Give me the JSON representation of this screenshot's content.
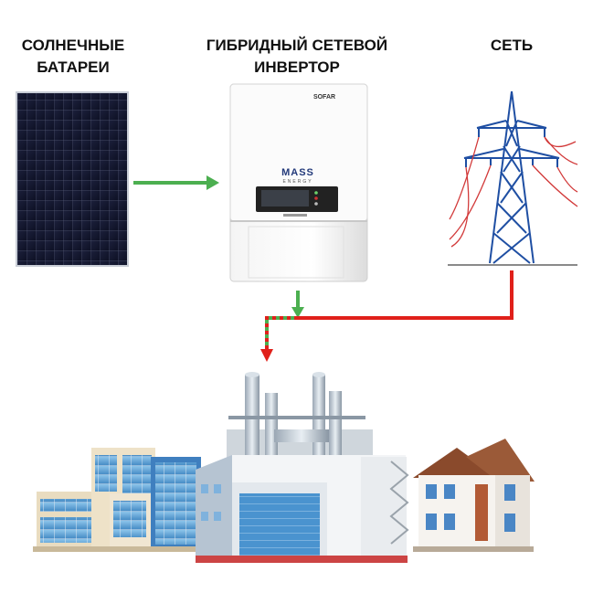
{
  "labels": {
    "solar": [
      "СОЛНЕЧНЫЕ",
      "БАТАРЕИ"
    ],
    "inverter": [
      "ГИБРИДНЫЙ СЕТЕВОЙ",
      "ИНВЕРТОР"
    ],
    "grid": "СЕТЬ"
  },
  "inverter": {
    "brand": "SOFAR",
    "model": "MASS",
    "model_sub": "ENERGY"
  },
  "colors": {
    "solar_flow": "#4caf50",
    "grid_flow": "#e0201a",
    "tower": "#1f4fa3",
    "building_blue": "#3d86c6"
  }
}
